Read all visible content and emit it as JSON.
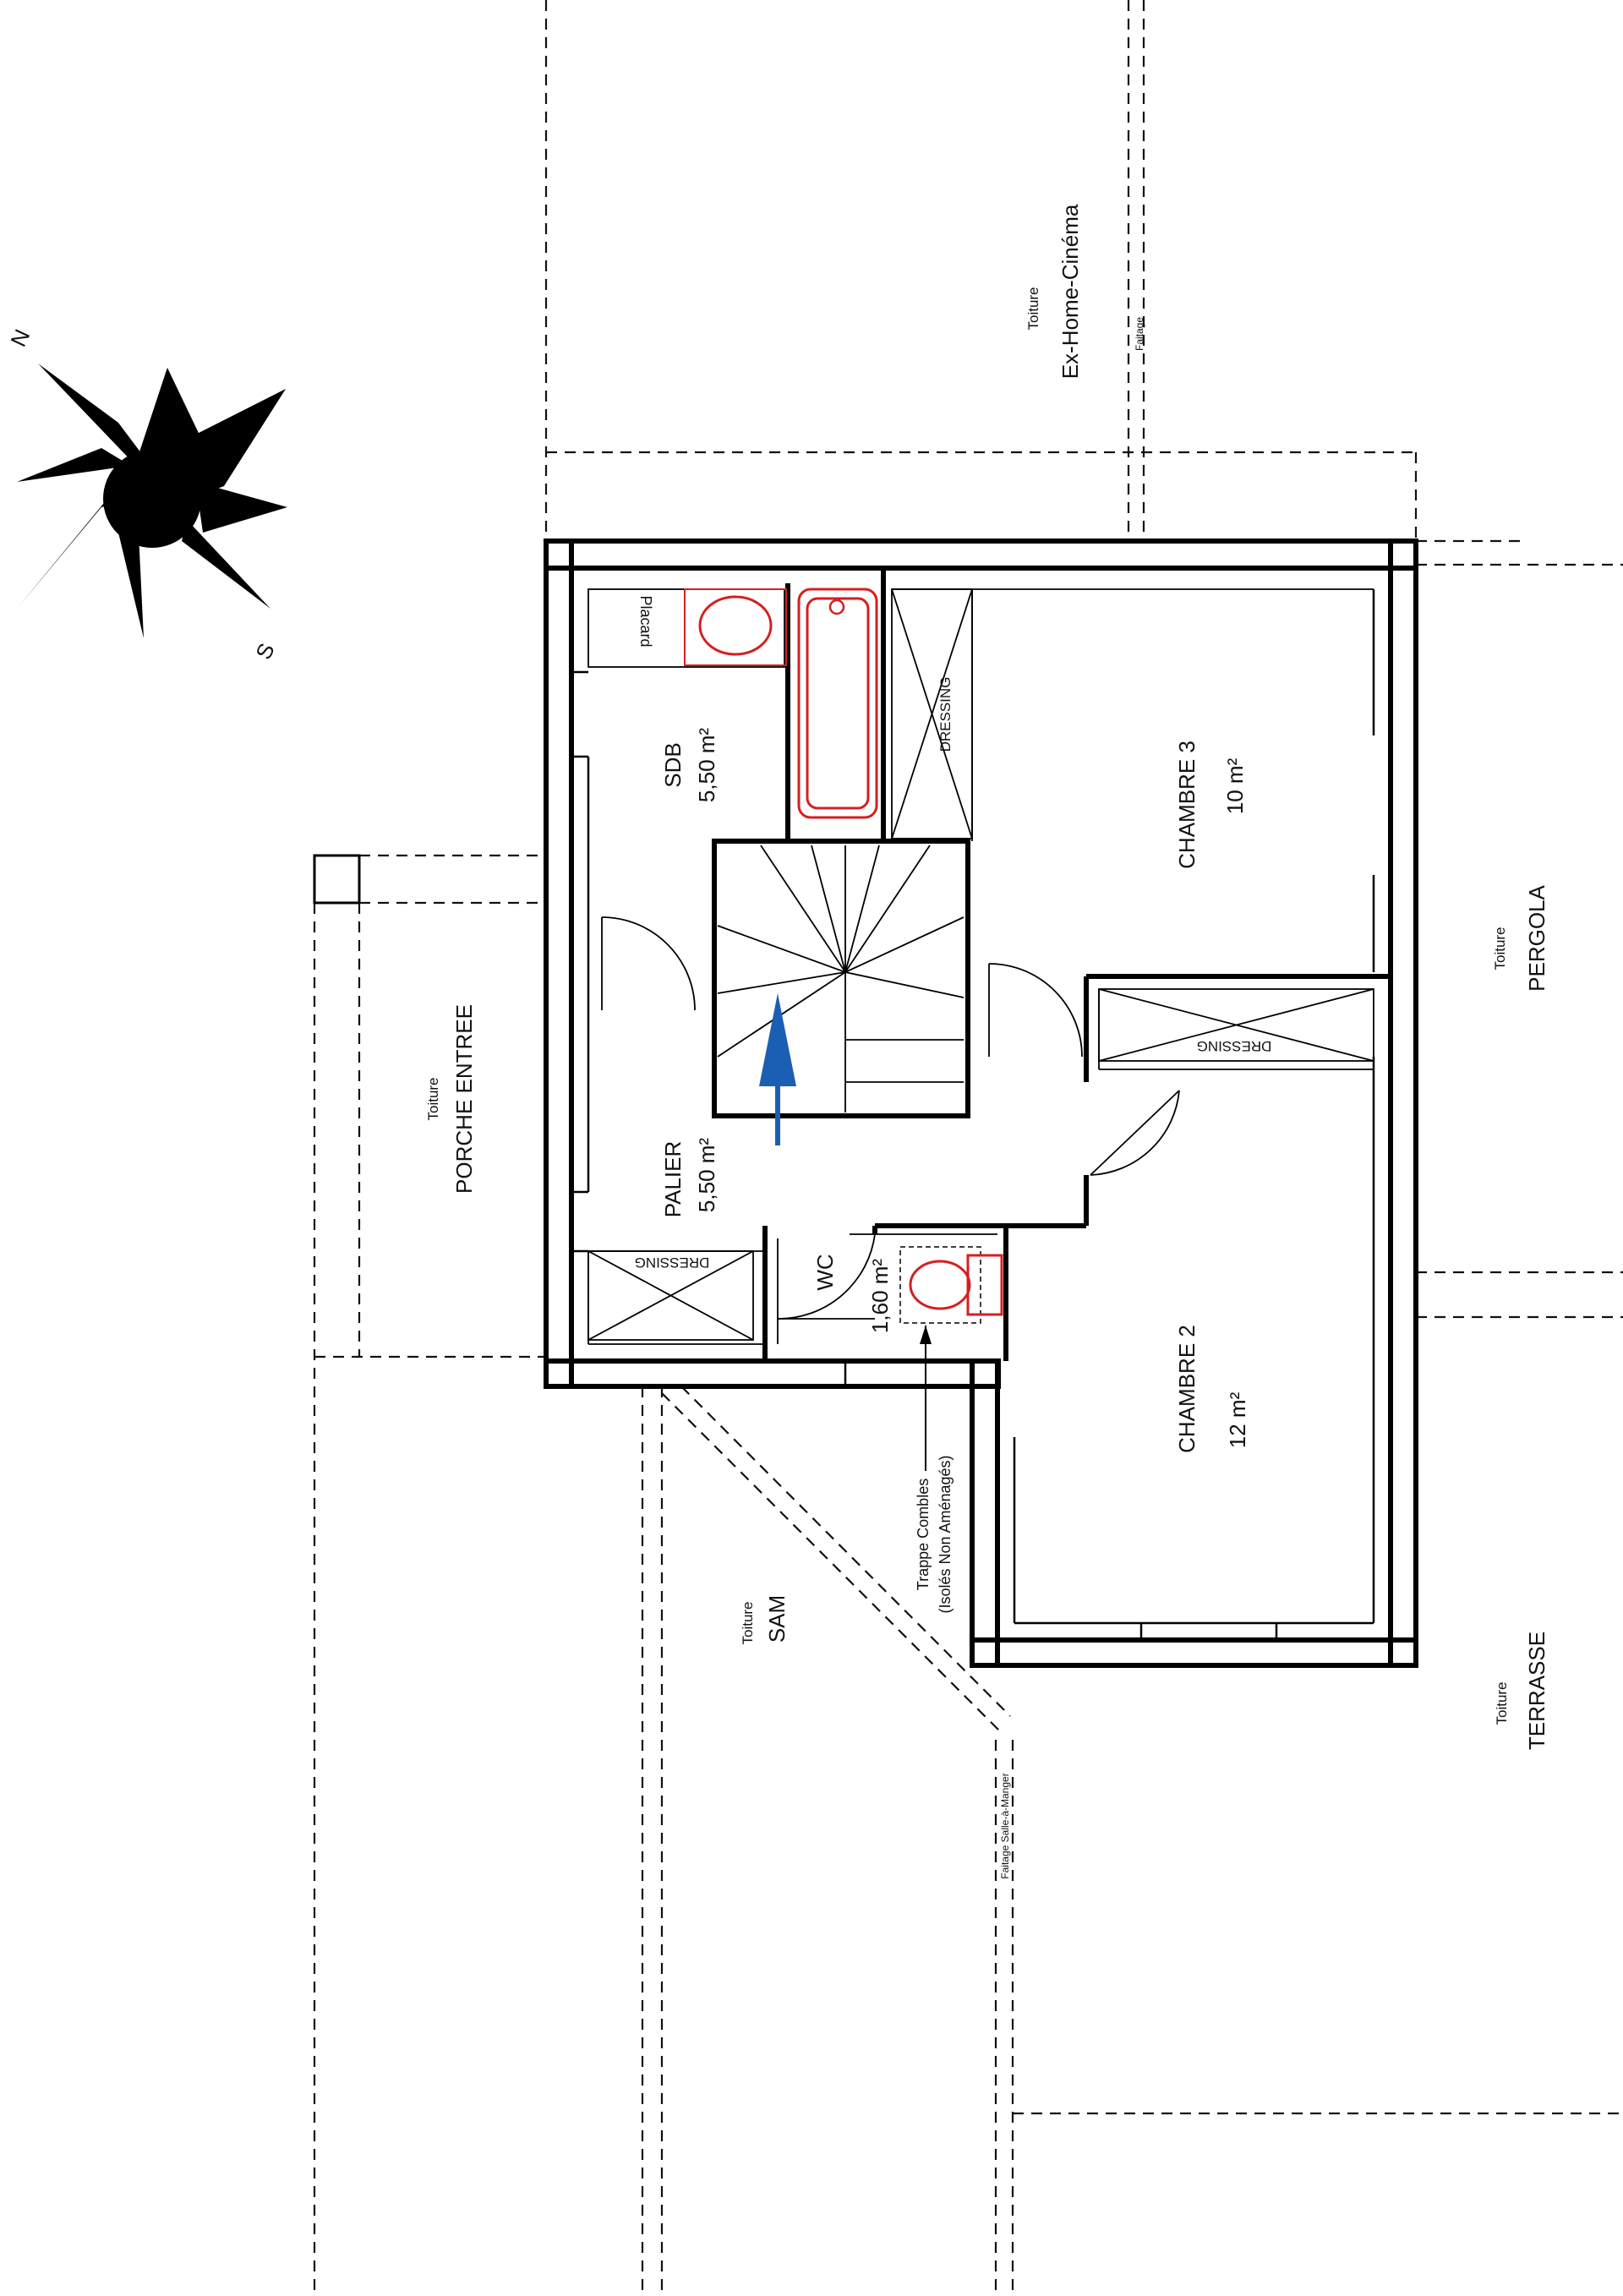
{
  "plan": {
    "compass": {
      "north": "N",
      "south": "S"
    },
    "rooms": {
      "sdb": {
        "name": "SDB",
        "area": "5,50 m²"
      },
      "palier": {
        "name": "PALIER",
        "area": "5,50 m²"
      },
      "wc": {
        "name": "WC",
        "area": "1,60 m²"
      },
      "chambre3": {
        "name": "CHAMBRE 3",
        "area": "10 m²"
      },
      "chambre2": {
        "name": "CHAMBRE 2",
        "area": "12 m²"
      }
    },
    "fixtures": {
      "placard": "Placard",
      "dressing_sdb": "DRESSING",
      "dressing_ch3": "DRESSING",
      "dressing_palier": "DRESSING"
    },
    "trappe": {
      "line1": "Trappe Combles",
      "line2": "(Isolés Non Aménagés)"
    },
    "roofs": {
      "home_cinema": {
        "small": "Toiture",
        "big": "Ex-Home-Cinéma"
      },
      "faitage_top": "Faitage",
      "porche": {
        "small": "Toiture",
        "big": "PORCHE ENTREE"
      },
      "pergola": {
        "small": "Toiture",
        "big": "PERGOLA"
      },
      "sam": {
        "small": "Toiture",
        "big": "SAM"
      },
      "terrasse": {
        "small": "Toiture",
        "big": "TERRASSE"
      },
      "faitage_sam": "Faitage Salle-à-Manger"
    },
    "colors": {
      "walls": "#000000",
      "sanitary": "#d42020",
      "stair_arrow": "#1a5fb4",
      "background": "#ffffff"
    }
  }
}
